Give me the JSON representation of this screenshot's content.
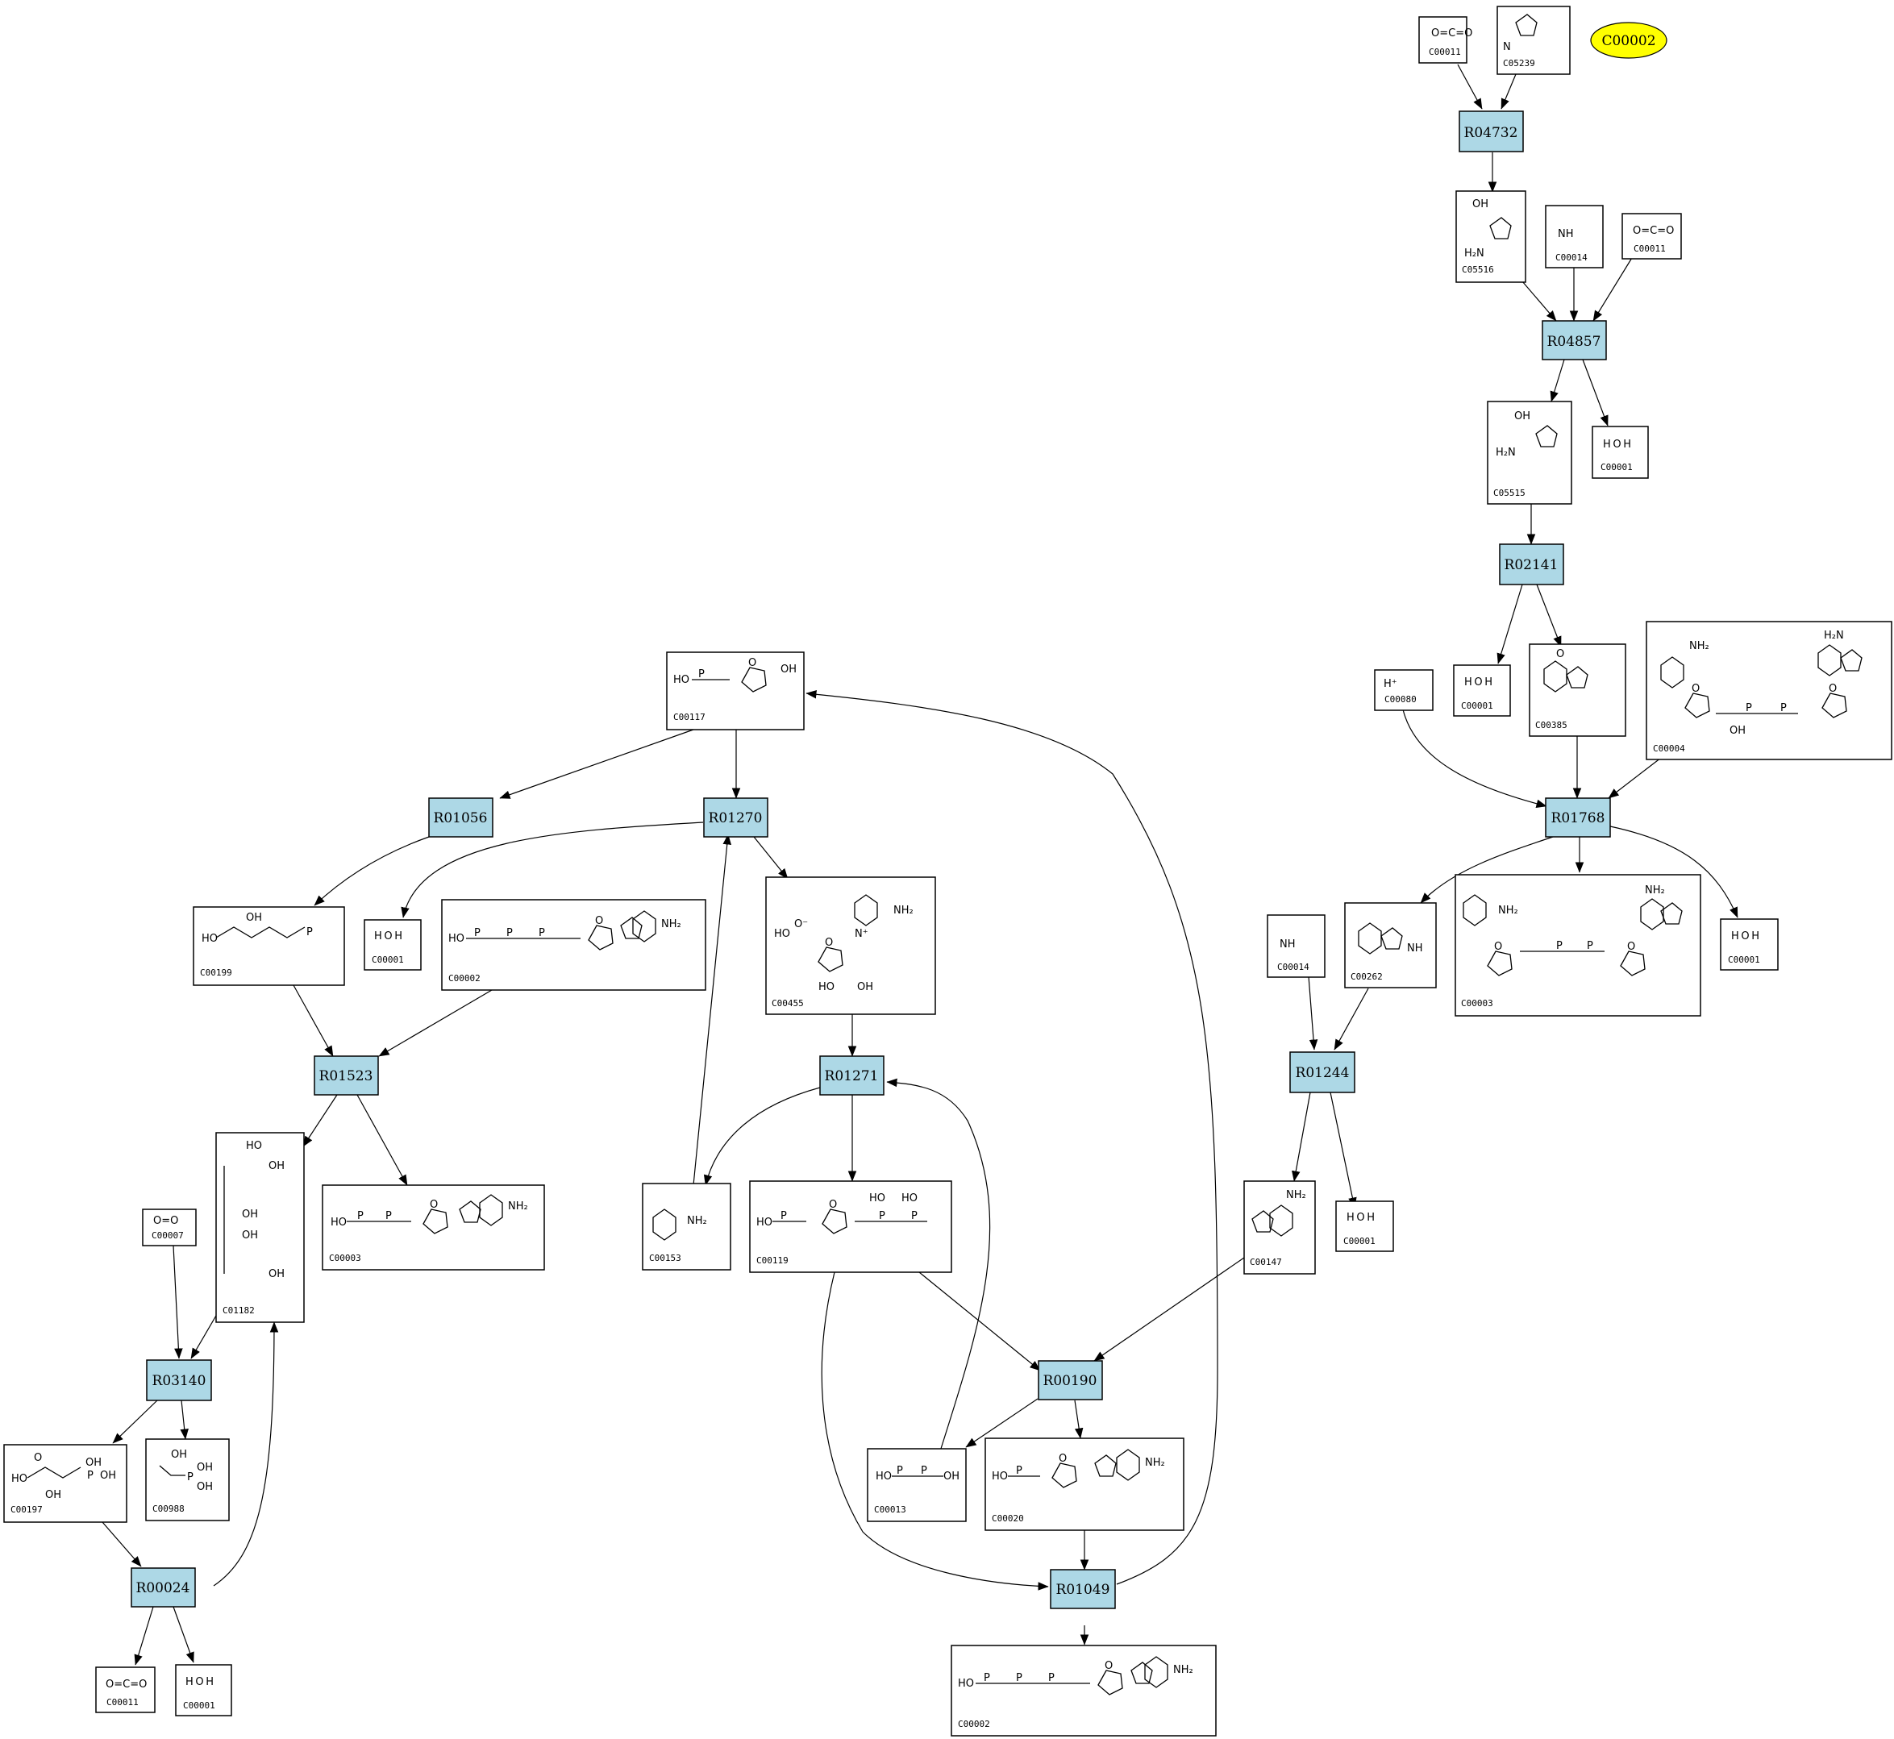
{
  "colors": {
    "reaction_fill": "#add8e6",
    "target_fill": "#ffff00",
    "stroke": "#000000"
  },
  "target": {
    "label": "C00002"
  },
  "reactions": {
    "R04732": "R04732",
    "R04857": "R04857",
    "R02141": "R02141",
    "R01768": "R01768",
    "R01056": "R01056",
    "R01270": "R01270",
    "R01523": "R01523",
    "R01271": "R01271",
    "R01244": "R01244",
    "R03140": "R03140",
    "R00190": "R00190",
    "R00024": "R00024",
    "R01049": "R01049"
  },
  "compounds": [
    {
      "id": "c1",
      "label": "C00011"
    },
    {
      "id": "c2",
      "label": "C05239"
    },
    {
      "id": "c3",
      "label": "C05516"
    },
    {
      "id": "c4",
      "label": "C00014"
    },
    {
      "id": "c5",
      "label": "C00011"
    },
    {
      "id": "c6",
      "label": "C05515"
    },
    {
      "id": "c7",
      "label": "C00001"
    },
    {
      "id": "c8",
      "label": "C00001"
    },
    {
      "id": "c9",
      "label": "C00385"
    },
    {
      "id": "c10",
      "label": "C00080"
    },
    {
      "id": "c11",
      "label": "C00004"
    },
    {
      "id": "c12",
      "label": "C00117"
    },
    {
      "id": "c13",
      "label": "C00199"
    },
    {
      "id": "c14",
      "label": "C00001"
    },
    {
      "id": "c15",
      "label": "C00002"
    },
    {
      "id": "c16",
      "label": "C00455"
    },
    {
      "id": "c17",
      "label": "C00014"
    },
    {
      "id": "c18",
      "label": "C00262"
    },
    {
      "id": "c19",
      "label": "C00003"
    },
    {
      "id": "c20",
      "label": "C00001"
    },
    {
      "id": "c21",
      "label": "C01182"
    },
    {
      "id": "c22",
      "label": "C00003"
    },
    {
      "id": "c23",
      "label": "C00007"
    },
    {
      "id": "c24",
      "label": "C00153"
    },
    {
      "id": "c25",
      "label": "C00119"
    },
    {
      "id": "c26",
      "label": "C00147"
    },
    {
      "id": "c27",
      "label": "C00001"
    },
    {
      "id": "c28",
      "label": "C00197"
    },
    {
      "id": "c29",
      "label": "C00988"
    },
    {
      "id": "c30",
      "label": "C00013"
    },
    {
      "id": "c31",
      "label": "C00020"
    },
    {
      "id": "c32",
      "label": "C00011"
    },
    {
      "id": "c33",
      "label": "C00001"
    },
    {
      "id": "c34",
      "label": "C00002"
    }
  ],
  "structure_text": {
    "oh": "OH",
    "ho": "HO",
    "h": "H",
    "n": "N",
    "nh": "NH",
    "nh2": "NH₂",
    "h2n": "H₂N",
    "o": "O",
    "p": "P",
    "hplus": "H⁺",
    "h2o": "H O H",
    "co2": "O=C=O",
    "o2": "O=O",
    "nplus": "N⁺",
    "ominus": "O⁻"
  }
}
